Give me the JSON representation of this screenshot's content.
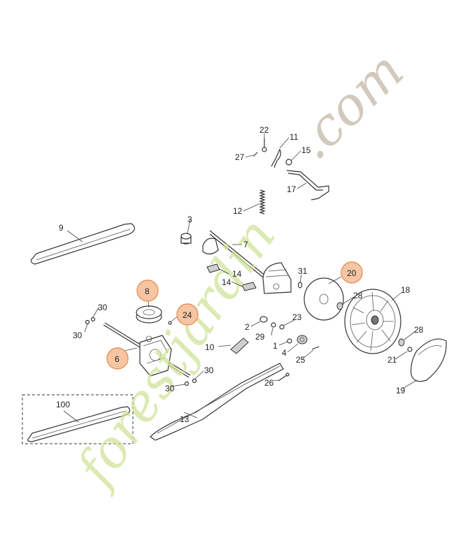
{
  "watermark": {
    "brand": "forestjardin",
    "tld": ".com",
    "brand_color": "#cfe39a",
    "tld_color": "#c4b8a6"
  },
  "highlight_color": "#f6c6a4",
  "parts": [
    {
      "id": "p100",
      "label": "100"
    },
    {
      "id": "p9",
      "label": "9"
    },
    {
      "id": "p13",
      "label": "13"
    },
    {
      "id": "p26",
      "label": "26"
    },
    {
      "id": "p10",
      "label": "10"
    },
    {
      "id": "p6",
      "label": "6",
      "highlighted": true
    },
    {
      "id": "p8",
      "label": "8",
      "highlighted": true
    },
    {
      "id": "p24",
      "label": "24",
      "highlighted": true
    },
    {
      "id": "p20",
      "label": "20",
      "highlighted": true
    },
    {
      "id": "p30a",
      "label": "30"
    },
    {
      "id": "p30b",
      "label": "30"
    },
    {
      "id": "p30c",
      "label": "30"
    },
    {
      "id": "p30d",
      "label": "30"
    },
    {
      "id": "p3",
      "label": "3"
    },
    {
      "id": "p7",
      "label": "7"
    },
    {
      "id": "p12",
      "label": "12"
    },
    {
      "id": "p14a",
      "label": "14"
    },
    {
      "id": "p14b",
      "label": "14"
    },
    {
      "id": "p22",
      "label": "22"
    },
    {
      "id": "p27",
      "label": "27"
    },
    {
      "id": "p11",
      "label": "11"
    },
    {
      "id": "p15",
      "label": "15"
    },
    {
      "id": "p17",
      "label": "17"
    },
    {
      "id": "p31",
      "label": "31"
    },
    {
      "id": "p2",
      "label": "2"
    },
    {
      "id": "p29",
      "label": "29"
    },
    {
      "id": "p23",
      "label": "23"
    },
    {
      "id": "p1",
      "label": "1"
    },
    {
      "id": "p4",
      "label": "4"
    },
    {
      "id": "p25",
      "label": "25"
    },
    {
      "id": "p28a",
      "label": "28"
    },
    {
      "id": "p18",
      "label": "18"
    },
    {
      "id": "p28b",
      "label": "28"
    },
    {
      "id": "p21",
      "label": "21"
    },
    {
      "id": "p19",
      "label": "19"
    }
  ]
}
